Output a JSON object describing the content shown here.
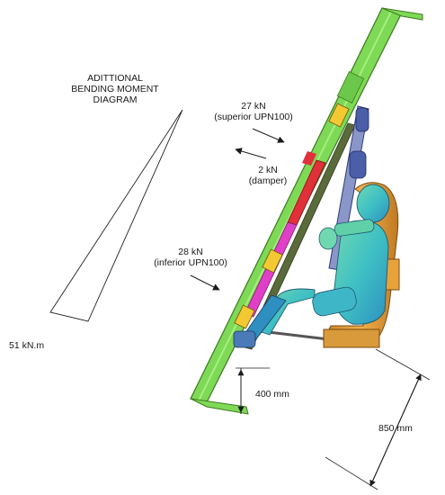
{
  "diagram_title": [
    "ADITTIONAL",
    "BENDING MOMENT",
    "DIAGRAM"
  ],
  "moment_value": "51 kN.m",
  "forces": [
    {
      "value": "27 kN",
      "note": "(superior UPN100)"
    },
    {
      "value": "2 kN",
      "note": "(damper)"
    },
    {
      "value": "28 kN",
      "note": "(inferior UPN100)"
    }
  ],
  "dimensions": {
    "short": "400 mm",
    "long": "850 mm"
  },
  "colors": {
    "beam": "#7ed957",
    "beam_edge": "#3d7a1f",
    "damper_red": "#e0303a",
    "damper_magenta": "#e040c8",
    "clamp_yellow": "#f2c933",
    "seat_orange": "#e8a23a",
    "dummy_cyan": "#46c8c0",
    "frame_blue": "#4a5fa8"
  }
}
